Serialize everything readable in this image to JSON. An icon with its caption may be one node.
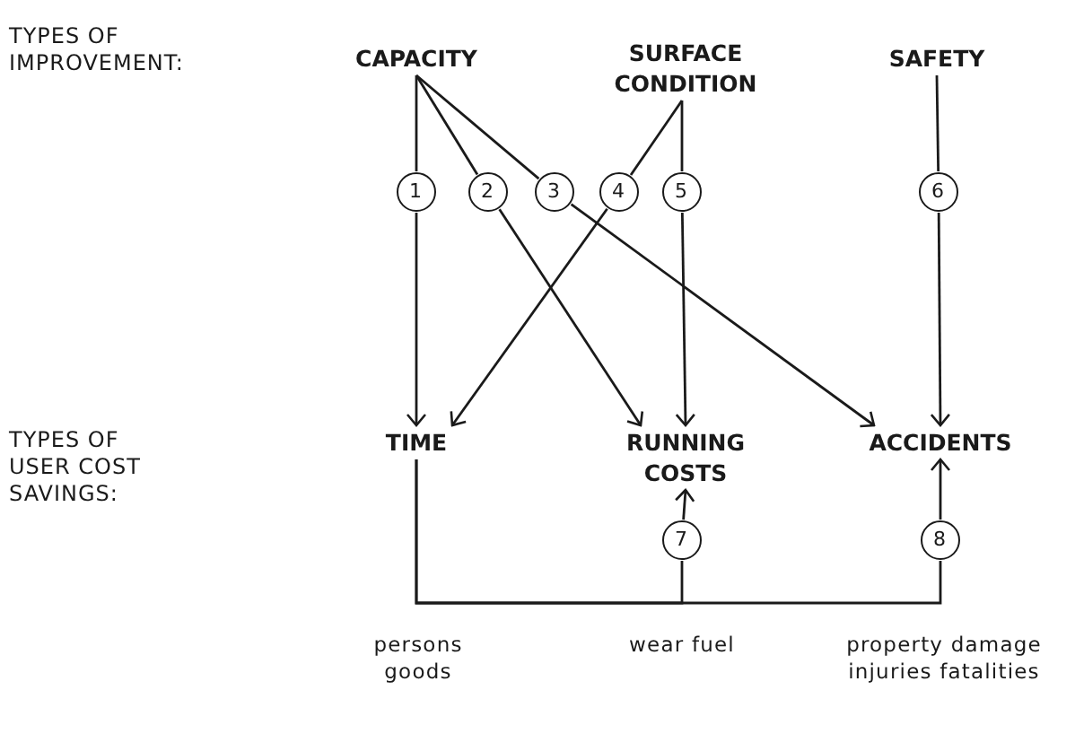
{
  "diagram": {
    "nodes": [
      {
        "text": [
          "CAPACITY"
        ]
      },
      {
        "text": [
          "SURFACE CONDITION"
        ]
      },
      {
        "text": [
          "SAFETY"
        ]
      },
      {
        "text": [
          "1"
        ]
      },
      {
        "text": [
          "2"
        ]
      },
      {
        "text": [
          "3"
        ]
      },
      {
        "text": [
          "4"
        ]
      },
      {
        "text": [
          "5"
        ]
      },
      {
        "text": [
          "6"
        ]
      },
      {
        "text": [
          "7"
        ]
      },
      {
        "text": [
          "8"
        ]
      },
      {
        "text": [
          "TIME"
        ]
      },
      {
        "text": [
          "RUNNING COSTS"
        ]
      },
      {
        "text": [
          "ACCIDENTS"
        ]
      }
    ],
    "edges": [
      {
        "from": 0,
        "to": 3,
        "arrow": "none"
      },
      {
        "from": 0,
        "to": 4,
        "arrow": "none"
      },
      {
        "from": 0,
        "to": 5,
        "arrow": "none"
      },
      {
        "from": 1,
        "to": 6,
        "arrow": "none"
      },
      {
        "from": 1,
        "to": 7,
        "arrow": "none"
      },
      {
        "from": 2,
        "to": 8,
        "arrow": "none"
      },
      {
        "from": 3,
        "to": 11,
        "arrow": "to"
      },
      {
        "from": 4,
        "to": 12,
        "arrow": "to"
      },
      {
        "from": 5,
        "to": 13,
        "arrow": "to"
      },
      {
        "from": 6,
        "to": 11,
        "arrow": "to"
      },
      {
        "from": 7,
        "to": 12,
        "arrow": "to"
      },
      {
        "from": 8,
        "to": 13,
        "arrow": "to"
      },
      {
        "from": 11,
        "to": 9,
        "arrow": "none"
      },
      {
        "from": 11,
        "to": 10,
        "arrow": "none"
      },
      {
        "from": 9,
        "to": 12,
        "arrow": "to"
      },
      {
        "from": 10,
        "to": 13,
        "arrow": "to"
      }
    ],
    "labels": [
      "TYPES OF IMPROVEMENT:",
      "TYPES OF USER COST SAVINGS:",
      "persons goods",
      "wear fuel",
      "property damage injuries fatalities"
    ]
  }
}
